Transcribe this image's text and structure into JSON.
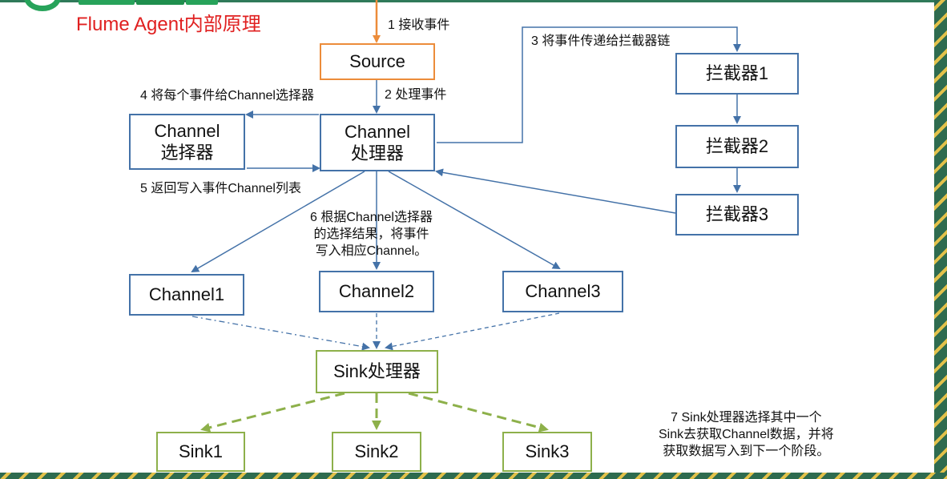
{
  "title": "Flume Agent内部原理",
  "nodes": {
    "source": "Source",
    "channel_selector": [
      "Channel",
      "选择器"
    ],
    "channel_processor": [
      "Channel",
      "处理器"
    ],
    "interceptor1": "拦截器1",
    "interceptor2": "拦截器2",
    "interceptor3": "拦截器3",
    "channel1": "Channel1",
    "channel2": "Channel2",
    "channel3": "Channel3",
    "sink_processor": "Sink处理器",
    "sink1": "Sink1",
    "sink2": "Sink2",
    "sink3": "Sink3"
  },
  "steps": {
    "s1": "1 接收事件",
    "s2": "2 处理事件",
    "s3": "3 将事件传递给拦截器链",
    "s4": "4 将每个事件给Channel选择器",
    "s5": "5 返回写入事件Channel列表",
    "s6": [
      "6 根据Channel选择器",
      "的选择结果，将事件",
      "写入相应Channel。"
    ],
    "s7": [
      "7 Sink处理器选择其中一个",
      "Sink去获取Channel数据，并将",
      "获取数据写入到下一个阶段。"
    ]
  },
  "colors": {
    "source_border": "#ec8c3a",
    "flow_border": "#4472a8",
    "sink_border": "#8db04a",
    "title_text": "#e02020"
  }
}
